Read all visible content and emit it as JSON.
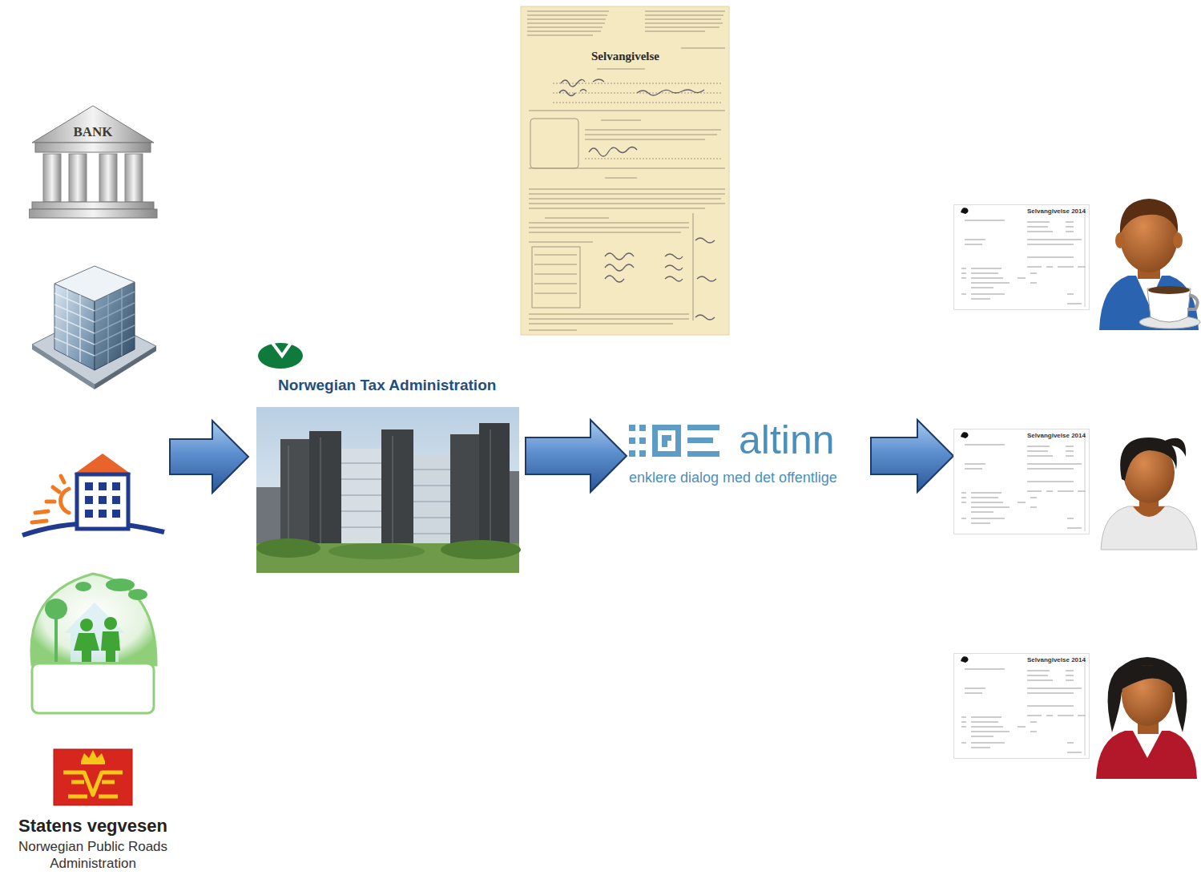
{
  "diagram": {
    "nodes": [
      {
        "text": [
          "BANK"
        ]
      },
      {
        "text": [
          "Norwegian Tax Administration"
        ]
      },
      {
        "text": [
          "altinn",
          "enklere dialog med det offentlige"
        ]
      },
      {
        "text": [
          "Selvangivelse 2014"
        ]
      },
      {
        "text": [
          "Selvangivelse 2014"
        ]
      },
      {
        "text": [
          "Selvangivelse 2014"
        ]
      },
      {
        "text": [
          "Statens vegvesen",
          "Norwegian Public Roads Administration"
        ]
      }
    ],
    "edges": [
      {
        "from": 1,
        "to": 2,
        "arrow": "to"
      },
      {
        "from": 2,
        "to": 4,
        "arrow": "to"
      }
    ],
    "labels": [
      "Selvangivelse"
    ]
  }
}
